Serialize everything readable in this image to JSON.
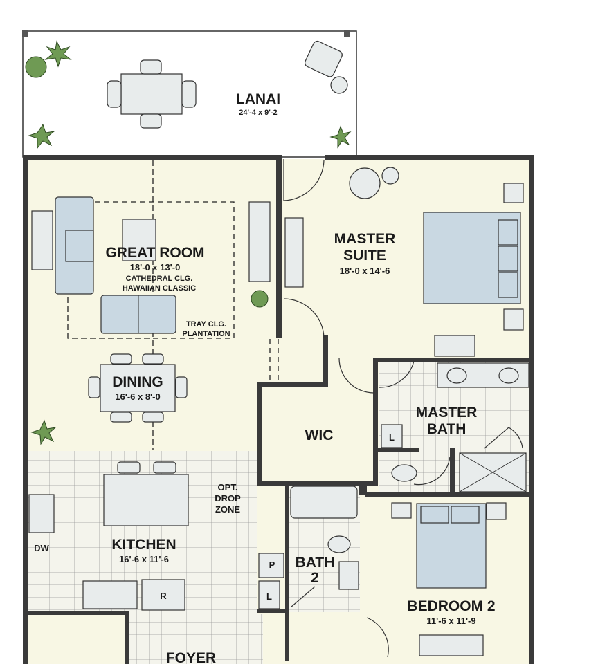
{
  "rooms": {
    "lanai": {
      "name": "LANAI",
      "dims": "24'-4 x 9'-2"
    },
    "great_room": {
      "name": "GREAT ROOM",
      "dims": "18'-0 x 13'-0",
      "note1": "CATHEDRAL CLG.",
      "note2": "HAWAIIAN CLASSIC",
      "tray1": "TRAY CLG.",
      "tray2": "PLANTATION"
    },
    "master_suite": {
      "name1": "MASTER",
      "name2": "SUITE",
      "dims": "18'-0 x 14'-6"
    },
    "dining": {
      "name": "DINING",
      "dims": "16'-6 x 8'-0"
    },
    "wic": {
      "name": "WIC"
    },
    "master_bath": {
      "name1": "MASTER",
      "name2": "BATH"
    },
    "kitchen": {
      "name": "KITCHEN",
      "dims": "16'-6 x 11'-6"
    },
    "drop_zone": {
      "line1": "OPT.",
      "line2": "DROP",
      "line3": "ZONE"
    },
    "bath2": {
      "name1": "BATH",
      "name2": "2"
    },
    "bedroom2": {
      "name": "BEDROOM 2",
      "dims": "11'-6 x 11'-9"
    },
    "foyer": {
      "name": "FOYER"
    }
  },
  "fixtures": {
    "laundry_master": "L",
    "laundry_hall": "L",
    "pantry": "P",
    "refrigerator": "R",
    "dishwasher": "DW"
  }
}
